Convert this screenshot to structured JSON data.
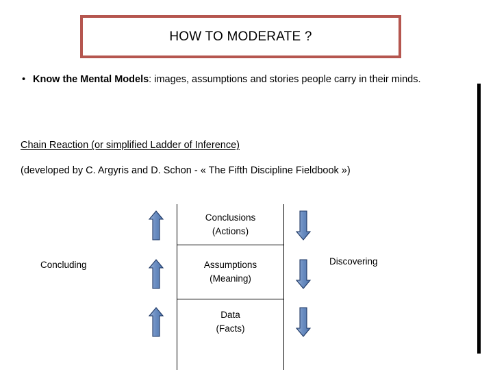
{
  "slide": {
    "title": "HOW TO MODERATE ?",
    "bullet": {
      "marker": "•",
      "strong": "Know the Mental Models",
      "rest": ": images, assumptions and stories people carry in their minds."
    },
    "chain_heading": "Chain Reaction (or simplified Ladder of Inference)",
    "attribution": "(developed by C. Argyris and D. Schon - « The Fifth Discipline Fieldbook »)"
  },
  "diagram": {
    "left_label": "Concluding",
    "right_label": "Discovering",
    "rows": [
      {
        "title": "Conclusions",
        "subtitle": "(Actions)"
      },
      {
        "title": "Assumptions",
        "subtitle": "(Meaning)"
      },
      {
        "title": "Data",
        "subtitle": "(Facts)"
      }
    ],
    "up_arrows": [
      "up-arrow-conclusions",
      "up-arrow-assumptions",
      "up-arrow-data"
    ],
    "down_arrows": [
      "down-arrow-conclusions",
      "down-arrow-assumptions",
      "down-arrow-data"
    ]
  },
  "colors": {
    "title_border": "#b5564f",
    "arrow_fill_light": "#8fa9d0",
    "arrow_fill_dark": "#5b81b5",
    "arrow_outline": "#1f3864",
    "text": "#000000",
    "right_bar": "#000000"
  }
}
